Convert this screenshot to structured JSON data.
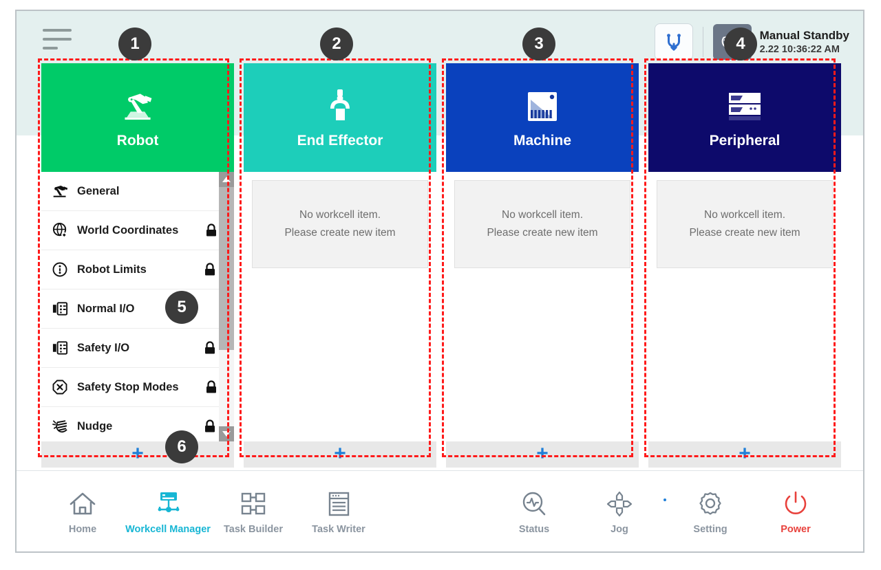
{
  "header": {
    "menu_icon": "hamburger-icon",
    "reset_icon": "robot-reset-icon",
    "mode_icon": "manual-hand-icon",
    "status_title": "Manual Standby",
    "status_time": "2.22 10:36:22 AM"
  },
  "columns": [
    {
      "key": "robot",
      "title": "Robot",
      "icon": "robot-arm-icon",
      "color": "#00cb68",
      "add_label": "+",
      "has_list": true,
      "items": [
        {
          "label": "General",
          "icon": "robot-arm-small-icon",
          "locked": false
        },
        {
          "label": "World Coordinates",
          "icon": "globe-coordinates-icon",
          "locked": true
        },
        {
          "label": "Robot Limits",
          "icon": "limits-circle-icon",
          "locked": true
        },
        {
          "label": "Normal I/O",
          "icon": "io-module-icon",
          "locked": false
        },
        {
          "label": "Safety I/O",
          "icon": "io-module-icon",
          "locked": true
        },
        {
          "label": "Safety Stop Modes",
          "icon": "stop-x-icon",
          "locked": true
        },
        {
          "label": "Nudge",
          "icon": "nudge-hand-icon",
          "locked": true
        }
      ]
    },
    {
      "key": "end-effector",
      "title": "End Effector",
      "icon": "gripper-icon",
      "color": "#1dceba",
      "add_label": "+",
      "has_list": false,
      "empty_line1": "No workcell item.",
      "empty_line2": "Please create new item"
    },
    {
      "key": "machine",
      "title": "Machine",
      "icon": "machine-icon",
      "color": "#0a41bd",
      "add_label": "+",
      "has_list": false,
      "empty_line1": "No workcell item.",
      "empty_line2": "Please create new item"
    },
    {
      "key": "peripheral",
      "title": "Peripheral",
      "icon": "peripheral-rack-icon",
      "color": "#0d0a6b",
      "add_label": "+",
      "has_list": false,
      "empty_line1": "No workcell item.",
      "empty_line2": "Please create new item"
    }
  ],
  "bottom_nav": {
    "left": [
      {
        "label": "Home",
        "icon": "home-icon",
        "active": false
      },
      {
        "label": "Workcell Manager",
        "icon": "workcell-manager-icon",
        "active": true
      },
      {
        "label": "Task Builder",
        "icon": "task-builder-icon",
        "active": false
      },
      {
        "label": "Task Writer",
        "icon": "task-writer-icon",
        "active": false
      }
    ],
    "right": [
      {
        "label": "Status",
        "icon": "status-pulse-icon",
        "active": false
      },
      {
        "label": "Jog",
        "icon": "jog-arrows-icon",
        "active": false
      },
      {
        "label": "Setting",
        "icon": "gear-icon",
        "active": false
      },
      {
        "label": "Power",
        "icon": "power-icon",
        "active": false
      }
    ]
  },
  "annotations": {
    "markers": [
      "1",
      "2",
      "3",
      "4",
      "5",
      "6"
    ],
    "color": "#ff1a1a"
  }
}
